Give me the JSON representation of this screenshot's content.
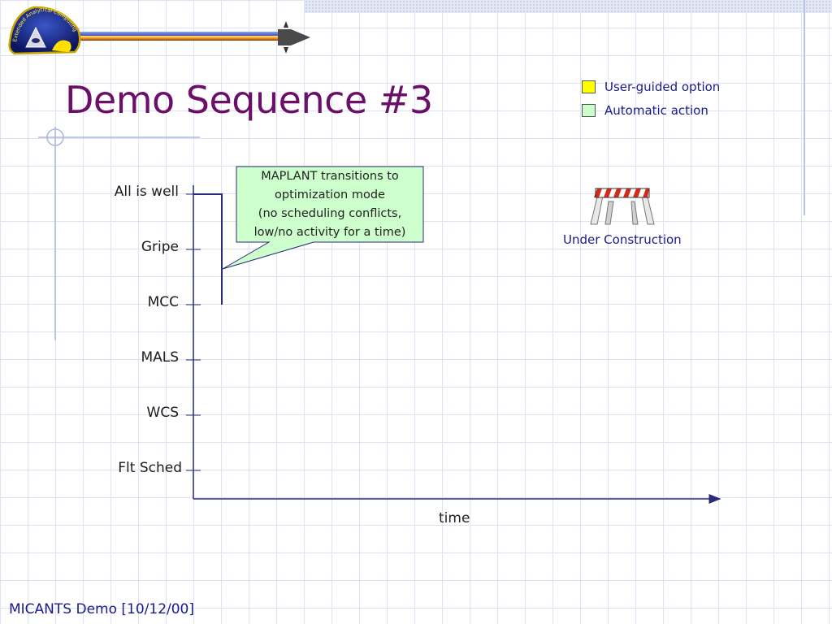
{
  "slide": {
    "title": "Demo Sequence #3",
    "footer": "MICANTS Demo [10/12/00]"
  },
  "legend": {
    "items": [
      {
        "label": "User-guided option",
        "color": "#ffff00"
      },
      {
        "label": "Automatic action",
        "color": "#ccffcc"
      }
    ]
  },
  "diagram": {
    "y_levels": [
      "All is well",
      "Gripe",
      "MCC",
      "MALS",
      "WCS",
      "Flt Sched"
    ],
    "x_axis_label": "time",
    "callout": {
      "lines": [
        "MAPLANT transitions to",
        "optimization mode",
        "(no scheduling conflicts,",
        "low/no activity for a time)"
      ],
      "fill": "#ccffcc"
    },
    "trace": [
      "All is well",
      "MCC"
    ]
  },
  "under_construction": {
    "label": "Under Construction",
    "icon": "construction-barrier-icon"
  },
  "colors": {
    "title": "#6b0f6b",
    "accent_text": "#1a1a8a",
    "line": "#2a2a7a"
  },
  "logo": {
    "text": "Extended Analytical Computing Environment",
    "icon": "eye-triangle-logo-icon"
  }
}
